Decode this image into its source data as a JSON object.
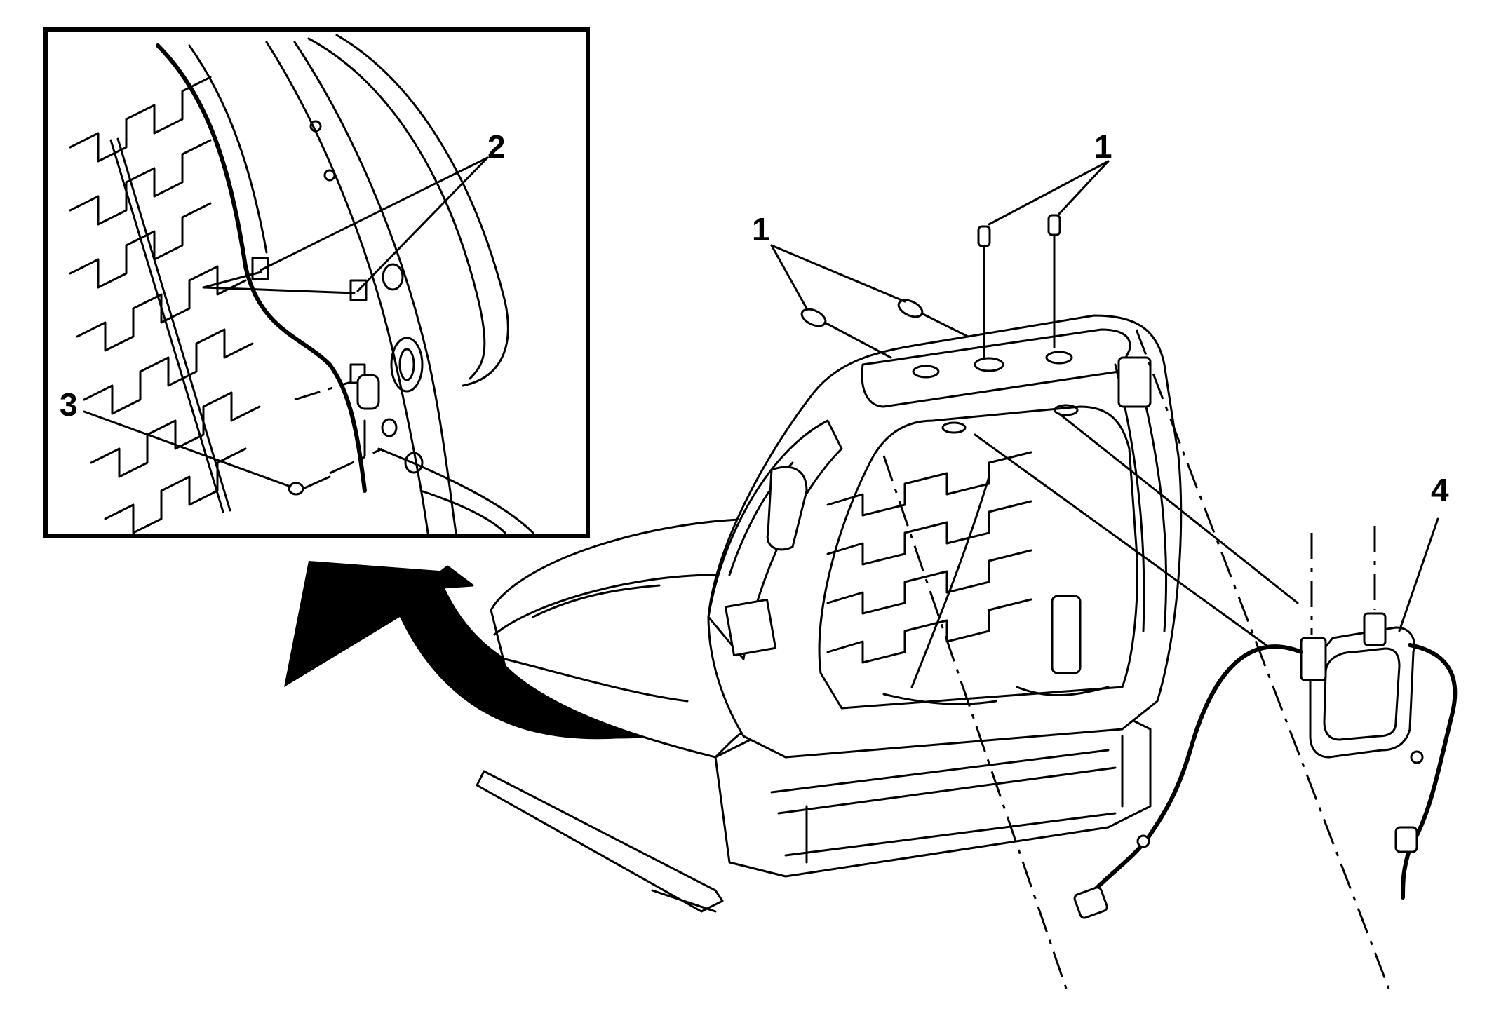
{
  "figure": {
    "callouts": [
      {
        "id": "c1a",
        "label": "1"
      },
      {
        "id": "c1b",
        "label": "1"
      },
      {
        "id": "c2",
        "label": "2"
      },
      {
        "id": "c3",
        "label": "3"
      },
      {
        "id": "c4",
        "label": "4"
      }
    ],
    "colors": {
      "line": "#000000",
      "background": "#ffffff"
    }
  }
}
